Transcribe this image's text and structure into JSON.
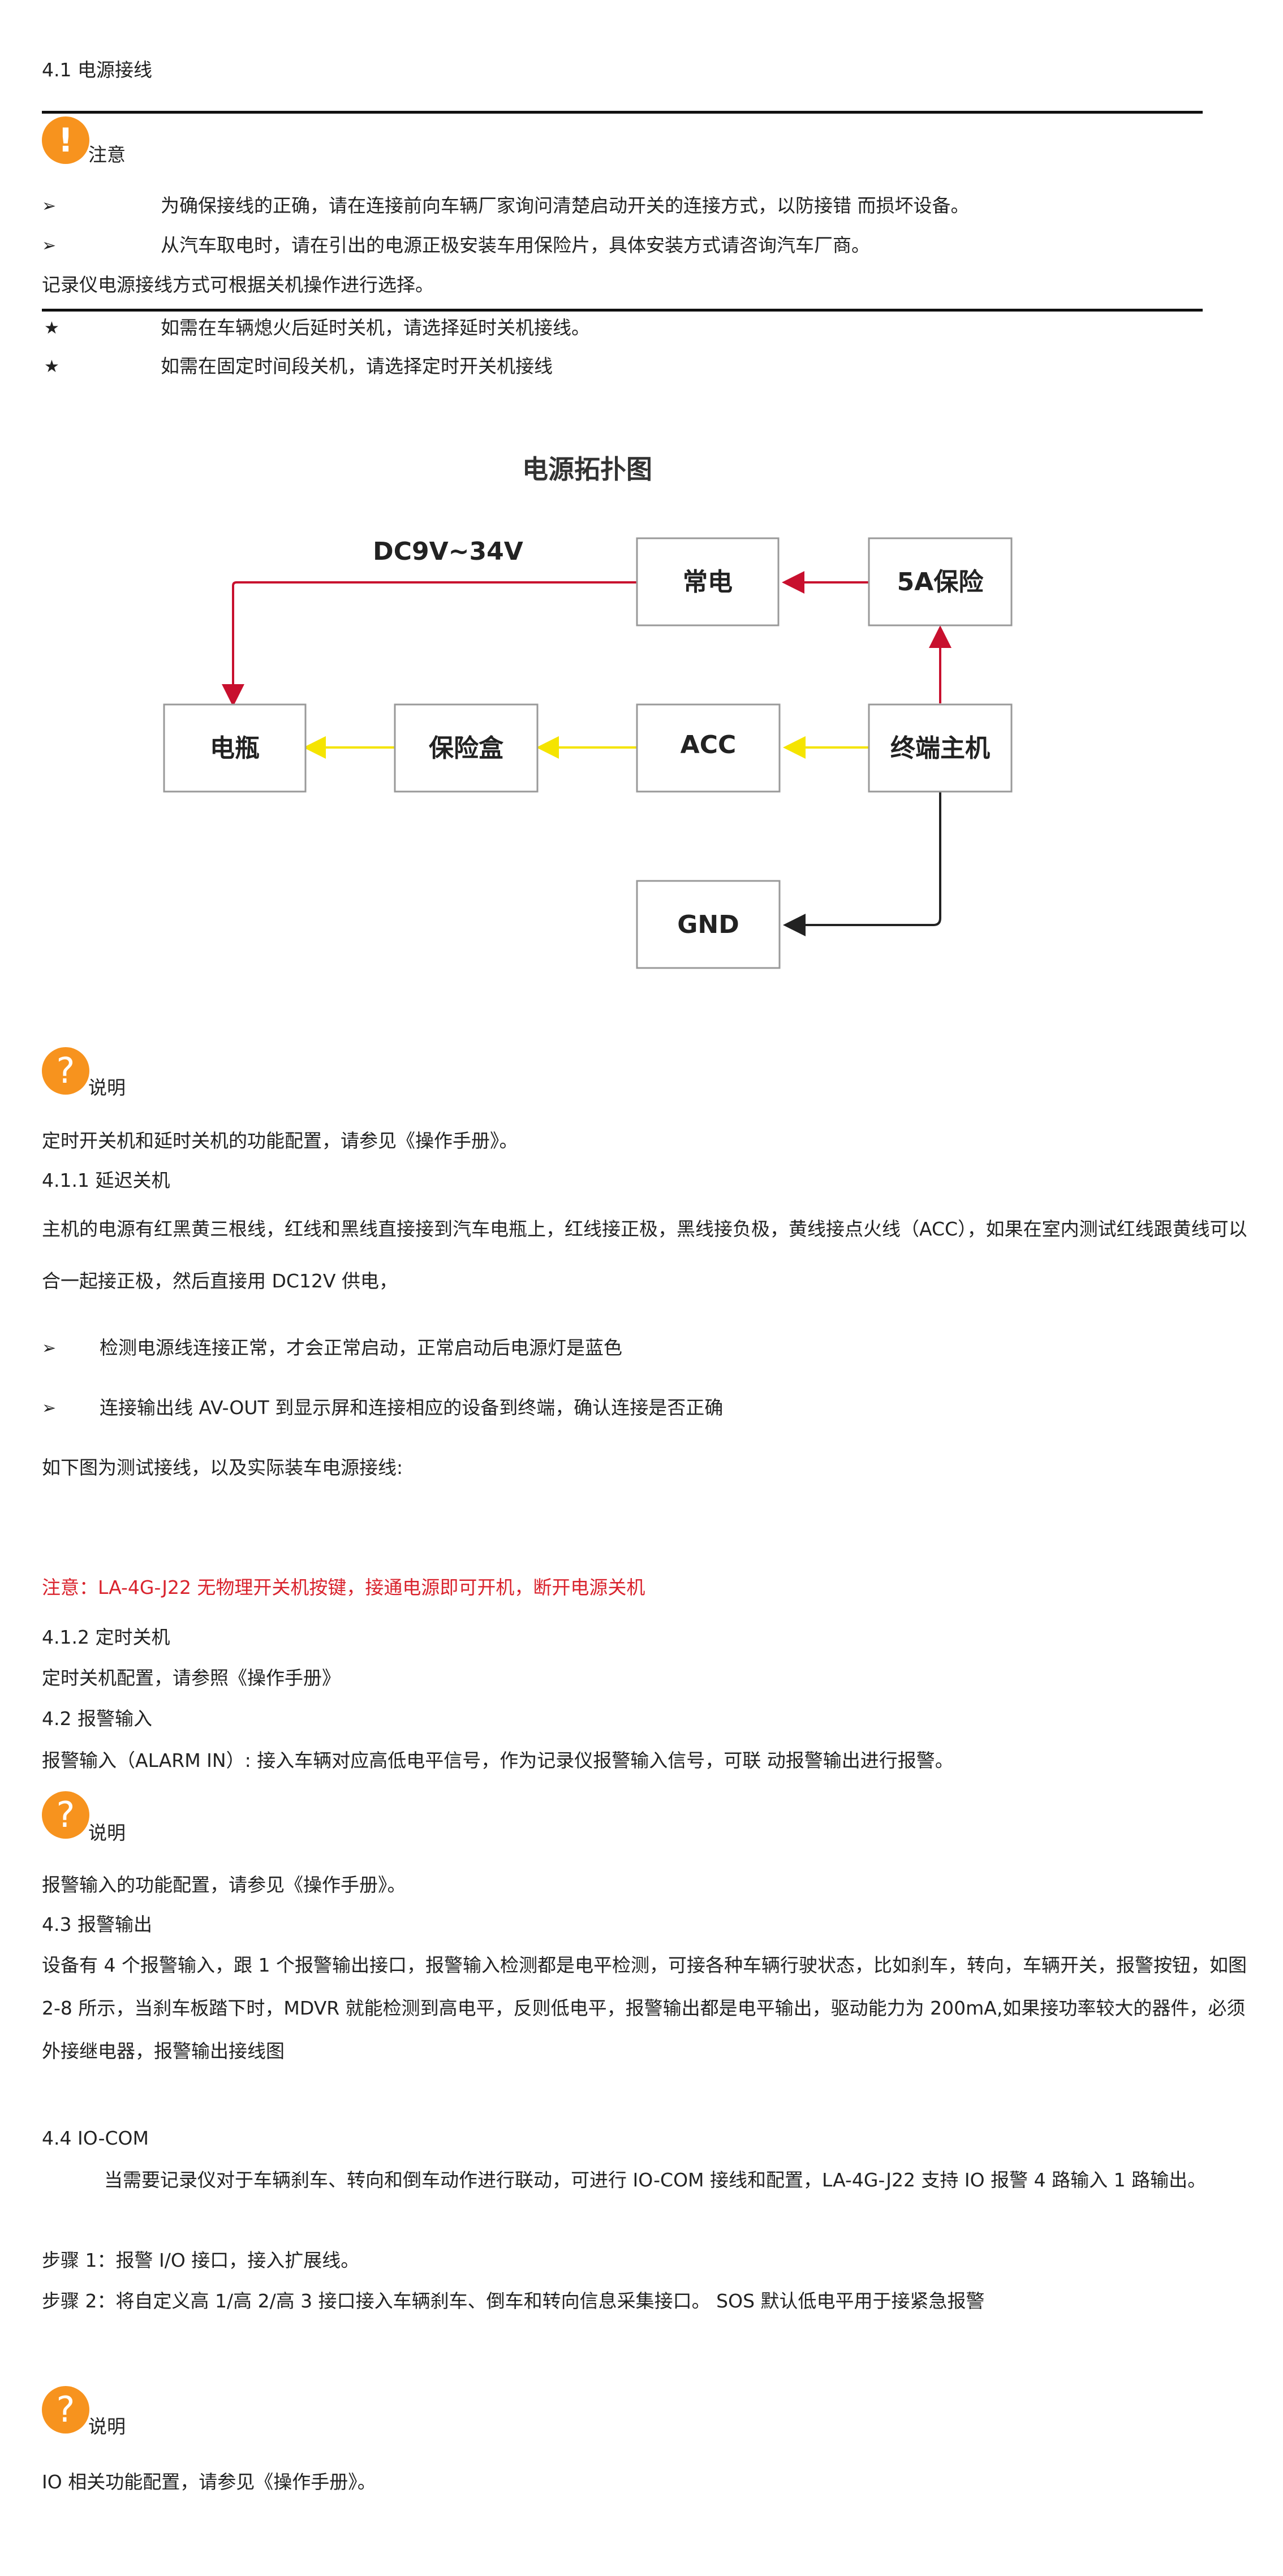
{
  "section_41": {
    "heading": "4.1 电源接线",
    "notice_icon": "exclamation-icon",
    "notice_label": "注意",
    "notice_items": [
      "为确保接线的正确，请在连接前向车辆厂家询问清楚启动开关的连接方式，以防接错 而损坏设备。",
      "从汽车取电时，请在引出的电源正极安装车用保险片，具体安装方式请咨询汽车厂商。"
    ],
    "wiring_note": "记录仪电源接线方式可根据关机操作进行选择。",
    "star_items": [
      "如需在车辆熄火后延时关机，请选择延时关机接线。",
      "如需在固定时间段关机，请选择定时开关机接线"
    ]
  },
  "diagram": {
    "title": "电源拓扑图",
    "voltage_label": "DC9V~34V",
    "boxes": {
      "constant": "常电",
      "fuse": "5A保险",
      "battery": "电瓶",
      "fuse_box": "保险盒",
      "acc": "ACC",
      "host": "终端主机",
      "gnd": "GND"
    },
    "colors": {
      "red_line": "#c8102e",
      "yellow_line": "#f5e400",
      "black_line": "#222222",
      "box_border": "#999999"
    }
  },
  "note1": {
    "icon": "question-icon",
    "label": "说明",
    "text": "定时开关机和延时关机的功能配置，请参见《操作手册》。"
  },
  "section_411": {
    "heading": "4.1.1 延迟关机",
    "paragraph": "主机的电源有红黑黄三根线，红线和黑线直接接到汽车电瓶上，红线接正极，黑线接负极，黄线接点火线（ACC），如果在室内测试红线跟黄线可以合一起接正极，然后直接用 DC12V 供电，",
    "items": [
      "检测电源线连接正常，才会正常启动，正常启动后电源灯是蓝色",
      "连接输出线 AV-OUT 到显示屏和连接相应的设备到终端，确认连接是否正确"
    ],
    "figure_caption": "如下图为测试接线，以及实际装车电源接线:",
    "warning": "注意：LA-4G-J22 无物理开关机按键，接通电源即可开机，断开电源关机"
  },
  "section_412": {
    "heading": "4.1.2  定时关机",
    "text": "定时关机配置，请参照《操作手册》"
  },
  "section_42": {
    "heading": "4.2 报警输入",
    "text": "报警输入（ALARM IN）:   接入车辆对应高低电平信号，作为记录仪报警输入信号，可联  动报警输出进行报警。"
  },
  "note2": {
    "icon": "question-icon",
    "label": "说明",
    "text": " 报警输入的功能配置，请参见《操作手册》。"
  },
  "section_43": {
    "heading": "4.3 报警输出",
    "paragraph": "设备有 4 个报警输入，跟 1 个报警输出接口，报警输入检测都是电平检测，可接各种车辆行驶状态，比如刹车，转向，车辆开关，报警按钮，如图 2-8 所示，当刹车板踏下时，MDVR 就能检测到高电平，反则低电平，报警输出都是电平输出，驱动能力为 200mA,如果接功率较大的器件，必须外接继电器，报警输出接线图"
  },
  "section_44": {
    "heading": "4.4 IO-COM",
    "paragraph": "当需要记录仪对于车辆刹车、转向和倒车动作进行联动，可进行 IO-COM 接线和配置，LA-4G-J22 支持 IO 报警 4 路输入 1 路输出。",
    "step1": "步骤 1：报警 I/O 接口，接入扩展线。",
    "step2": "步骤 2：将自定义高 1/高 2/高 3 接口接入车辆刹车、倒车和转向信息采集接口。 SOS 默认低电平用于接紧急报警"
  },
  "note3": {
    "icon": "question-icon",
    "label": "说明",
    "text": "IO 相关功能配置，请参见《操作手册》。"
  }
}
